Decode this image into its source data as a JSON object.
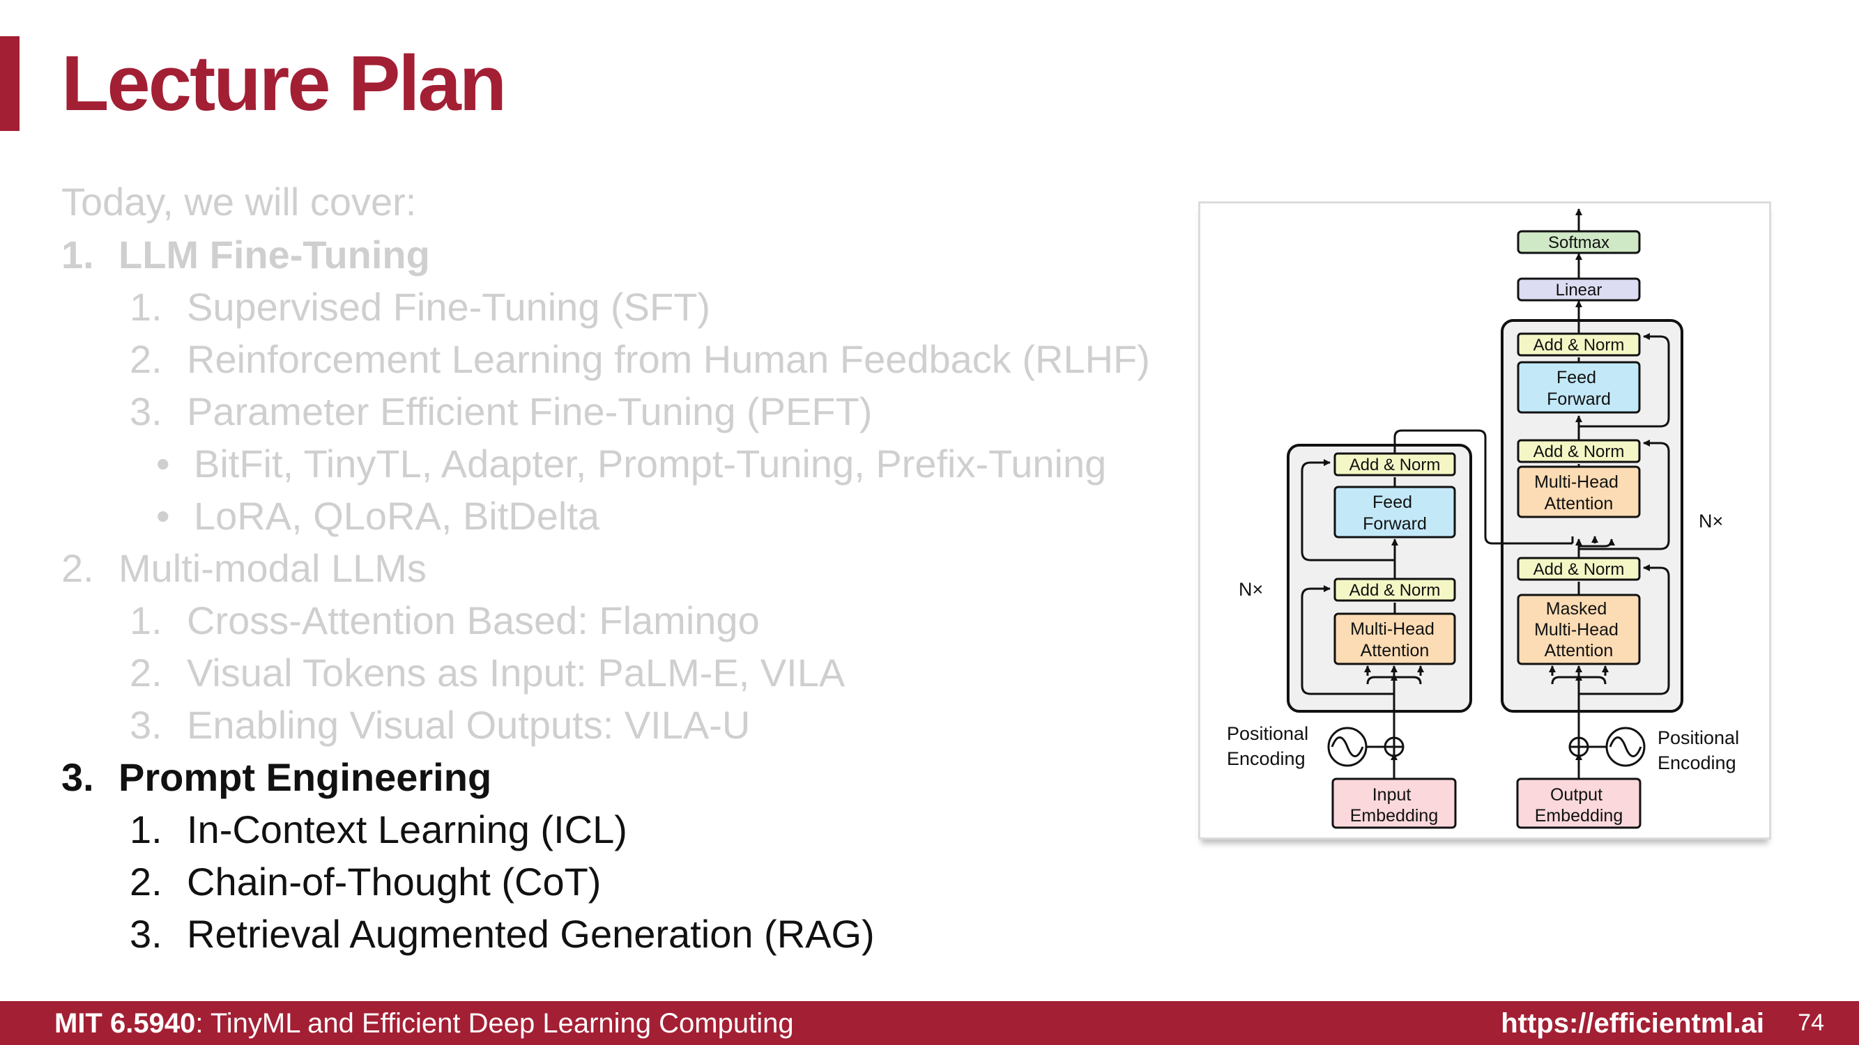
{
  "slide": {
    "title": "Lecture Plan",
    "intro": "Today, we will cover:",
    "items": [
      {
        "num": "1.",
        "text": "LLM Fine-Tuning"
      },
      {
        "num": "1.",
        "text": "Supervised Fine-Tuning (SFT)"
      },
      {
        "num": "2.",
        "text": "Reinforcement Learning from Human Feedback (RLHF)"
      },
      {
        "num": "3.",
        "text": "Parameter Efficient Fine-Tuning (PEFT)"
      },
      {
        "num": "•",
        "text": "BitFit, TinyTL, Adapter, Prompt-Tuning, Prefix-Tuning"
      },
      {
        "num": "•",
        "text": "LoRA, QLoRA, BitDelta"
      },
      {
        "num": "2.",
        "text": "Multi-modal LLMs"
      },
      {
        "num": "1.",
        "text": "Cross-Attention Based: Flamingo"
      },
      {
        "num": "2.",
        "text": "Visual Tokens as Input: PaLM-E, VILA"
      },
      {
        "num": "3.",
        "text": "Enabling Visual Outputs: VILA-U"
      },
      {
        "num": "3.",
        "text": "Prompt Engineering"
      },
      {
        "num": "1.",
        "text": "In-Context Learning (ICL)"
      },
      {
        "num": "2.",
        "text": "Chain-of-Thought (CoT)"
      },
      {
        "num": "3.",
        "text": "Retrieval Augmented Generation (RAG)"
      }
    ]
  },
  "diagram": {
    "softmax": "Softmax",
    "linear": "Linear",
    "add_norm": "Add & Norm",
    "feed_forward": [
      "Feed",
      "Forward"
    ],
    "multi_head_attention": [
      "Multi-Head",
      "Attention"
    ],
    "masked_multi_head_attention": [
      "Masked",
      "Multi-Head",
      "Attention"
    ],
    "nx": "N×",
    "positional_encoding": [
      "Positional",
      "Encoding"
    ],
    "input_embedding": [
      "Input",
      "Embedding"
    ],
    "output_embedding": [
      "Output",
      "Embedding"
    ],
    "colors": {
      "softmax": "#cfe8c6",
      "linear": "#dcdcf3",
      "add_norm": "#f4f7c5",
      "feed_forward": "#c3e9f8",
      "attention": "#fcdcb4",
      "embedding": "#fad8dc",
      "stack": "#f0f0f0"
    }
  },
  "footer": {
    "course_code": "MIT 6.5940",
    "course_title": ": TinyML and Efficient Deep Learning Computing",
    "url": "https://efficientml.ai",
    "page_number": "74"
  }
}
